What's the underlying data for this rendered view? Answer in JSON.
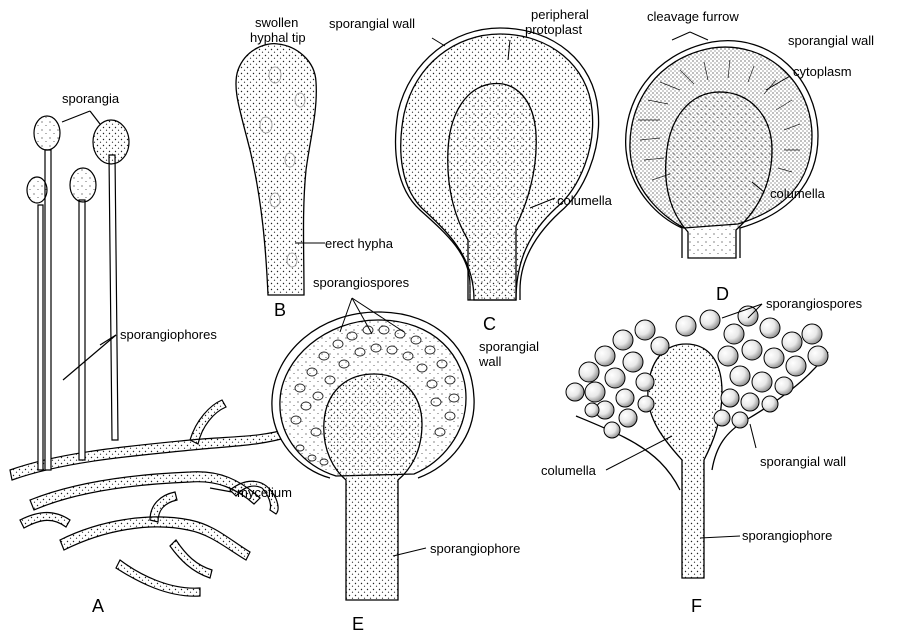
{
  "labels": {
    "sporangia": "sporangia",
    "swollen_1": "swollen",
    "swollen_2": "hyphal tip",
    "sporangial_wall_c": "sporangial wall",
    "peripheral_1": "peripheral",
    "peripheral_2": "protoplast",
    "cleavage_furrow": "cleavage furrow",
    "sporangial_wall_d": "sporangial wall",
    "cytoplasm": "cytoplasm",
    "columella_c": "columella",
    "columella_d": "columella",
    "erect_hypha": "erect hypha",
    "sporangiospores_e": "sporangiospores",
    "sporangiophores": "sporangiophores",
    "sporangial_wall_e_1": "sporangial",
    "sporangial_wall_e_2": "wall",
    "sporangiospores_f": "sporangiospores",
    "columella_f": "columella",
    "sporangial_wall_f": "sporangial wall",
    "mycelium": "mycelium",
    "sporangiophore_e": "sporangiophore",
    "sporangiophore_f": "sporangiophore"
  },
  "panels": {
    "a": "A",
    "b": "B",
    "c": "C",
    "d": "D",
    "e": "E",
    "f": "F"
  }
}
